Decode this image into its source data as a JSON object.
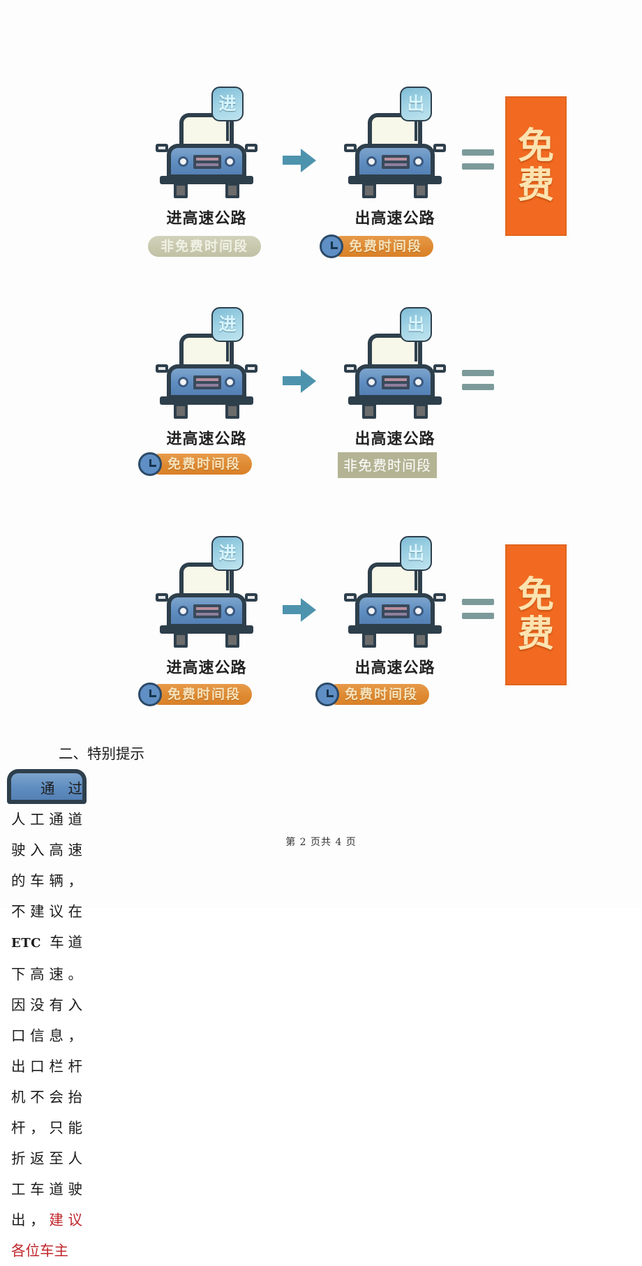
{
  "document": {
    "footer": "第 2 页共 4 页"
  },
  "infographic": {
    "rows": [
      {
        "id": "row-1",
        "entry": {
          "sign": "进",
          "label": "进高速公路",
          "badge": "非免费时间段",
          "badge_style": "faded-pill",
          "has_clock": false
        },
        "exit": {
          "sign": "出",
          "label": "出高速公路",
          "badge": "免费时间段",
          "badge_style": "orange-pill",
          "has_clock": true
        },
        "arrow": "arrow-right",
        "equals": "=",
        "result": {
          "text": "免费",
          "chars": [
            "免",
            "费"
          ],
          "shown": true
        }
      },
      {
        "id": "row-2",
        "entry": {
          "sign": "进",
          "label": "进高速公路",
          "badge": "免费时间段",
          "badge_style": "orange-pill",
          "has_clock": true
        },
        "exit": {
          "sign": "出",
          "label": "出高速公路",
          "badge": "非免费时间段",
          "badge_style": "khaki-box",
          "has_clock": false
        },
        "arrow": "arrow-right",
        "equals": "=",
        "result": {
          "text": "",
          "chars": [],
          "shown": false
        }
      },
      {
        "id": "row-3",
        "entry": {
          "sign": "进",
          "label": "进高速公路",
          "badge": "免费时间段",
          "badge_style": "orange-pill",
          "has_clock": true
        },
        "exit": {
          "sign": "出",
          "label": "出高速公路",
          "badge": "免费时间段",
          "badge_style": "orange-pill",
          "has_clock": true
        },
        "arrow": "arrow-right",
        "equals": "=",
        "result": {
          "text": "免费",
          "chars": [
            "免",
            "费"
          ],
          "shown": true
        }
      }
    ]
  },
  "text": {
    "heading": "二、特别提示",
    "paragraph_part1": "通过人工通道驶入高速的车辆，不建议在 ",
    "paragraph_etc": "ETC",
    "paragraph_part2": " 车道下高速。因没有入口信息，出口栏杆机不会抬杆，只能折返至人工车道驶出，",
    "paragraph_red": "建议各位车主"
  },
  "colors": {
    "orange_banner": "#f26a21",
    "banner_text": "#fbe3b0",
    "orange_pill": "#de8930",
    "khaki_box": "#b4b394",
    "faded_pill": "#c3c3a6",
    "car_body": "#5f8dc0",
    "outline": "#2e3f4c",
    "arrow": "#4e93ad",
    "equals": "#7d9a9a",
    "red_text": "#c0272d"
  }
}
